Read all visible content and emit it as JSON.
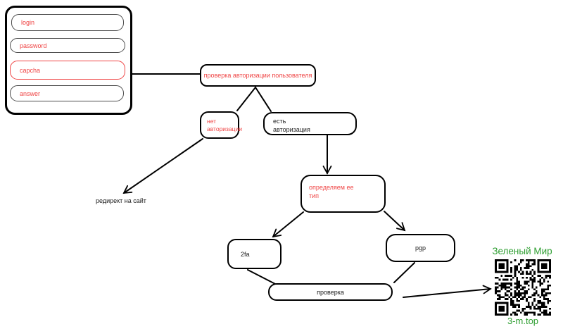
{
  "form_panel": {
    "fields": [
      {
        "label": "login"
      },
      {
        "label": "password"
      },
      {
        "label": "capcha"
      },
      {
        "label": "answer"
      }
    ]
  },
  "nodes": {
    "auth_check": "проверка авторизации пользователя",
    "no_auth": "нет\nавторизации",
    "has_auth": "есть\nавторизация",
    "determine_type": "определяем ее\nтип",
    "twofa": "2fa",
    "pgp": "pgp",
    "verify": "проверка"
  },
  "labels": {
    "redirect": "редирект на сайт"
  },
  "qr": {
    "title": "Зеленый Мир",
    "caption": "3-m.top"
  },
  "colors": {
    "red_accent": "#ef4444",
    "green_brand": "#2e9e31",
    "ink": "#000000"
  }
}
